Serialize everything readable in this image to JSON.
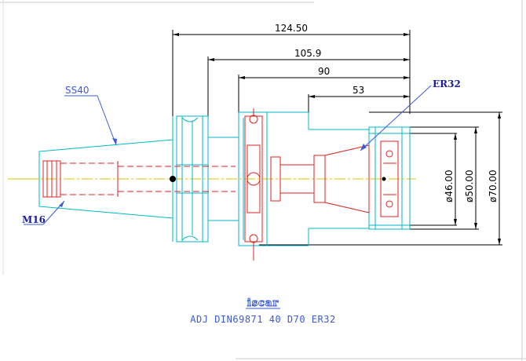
{
  "dimensions": {
    "overall_length": "124.50",
    "length_2": "105.9",
    "length_3": "90",
    "length_4": "53",
    "dia_1": "ø46.00",
    "dia_2": "ø50.00",
    "dia_3": "ø70.00"
  },
  "labels": {
    "taper": "SS40",
    "collet": "ER32",
    "thread": "M16"
  },
  "logo_text": "iscar",
  "caption": "ADJ DIN69871 40 D70 ER32",
  "colors": {
    "dimension": "#000000",
    "outline": "#00b8c8",
    "hidden": "#e02020",
    "centerline": "#e0c000",
    "label": "#1a1aa6",
    "caption": "#3b5bd6"
  }
}
